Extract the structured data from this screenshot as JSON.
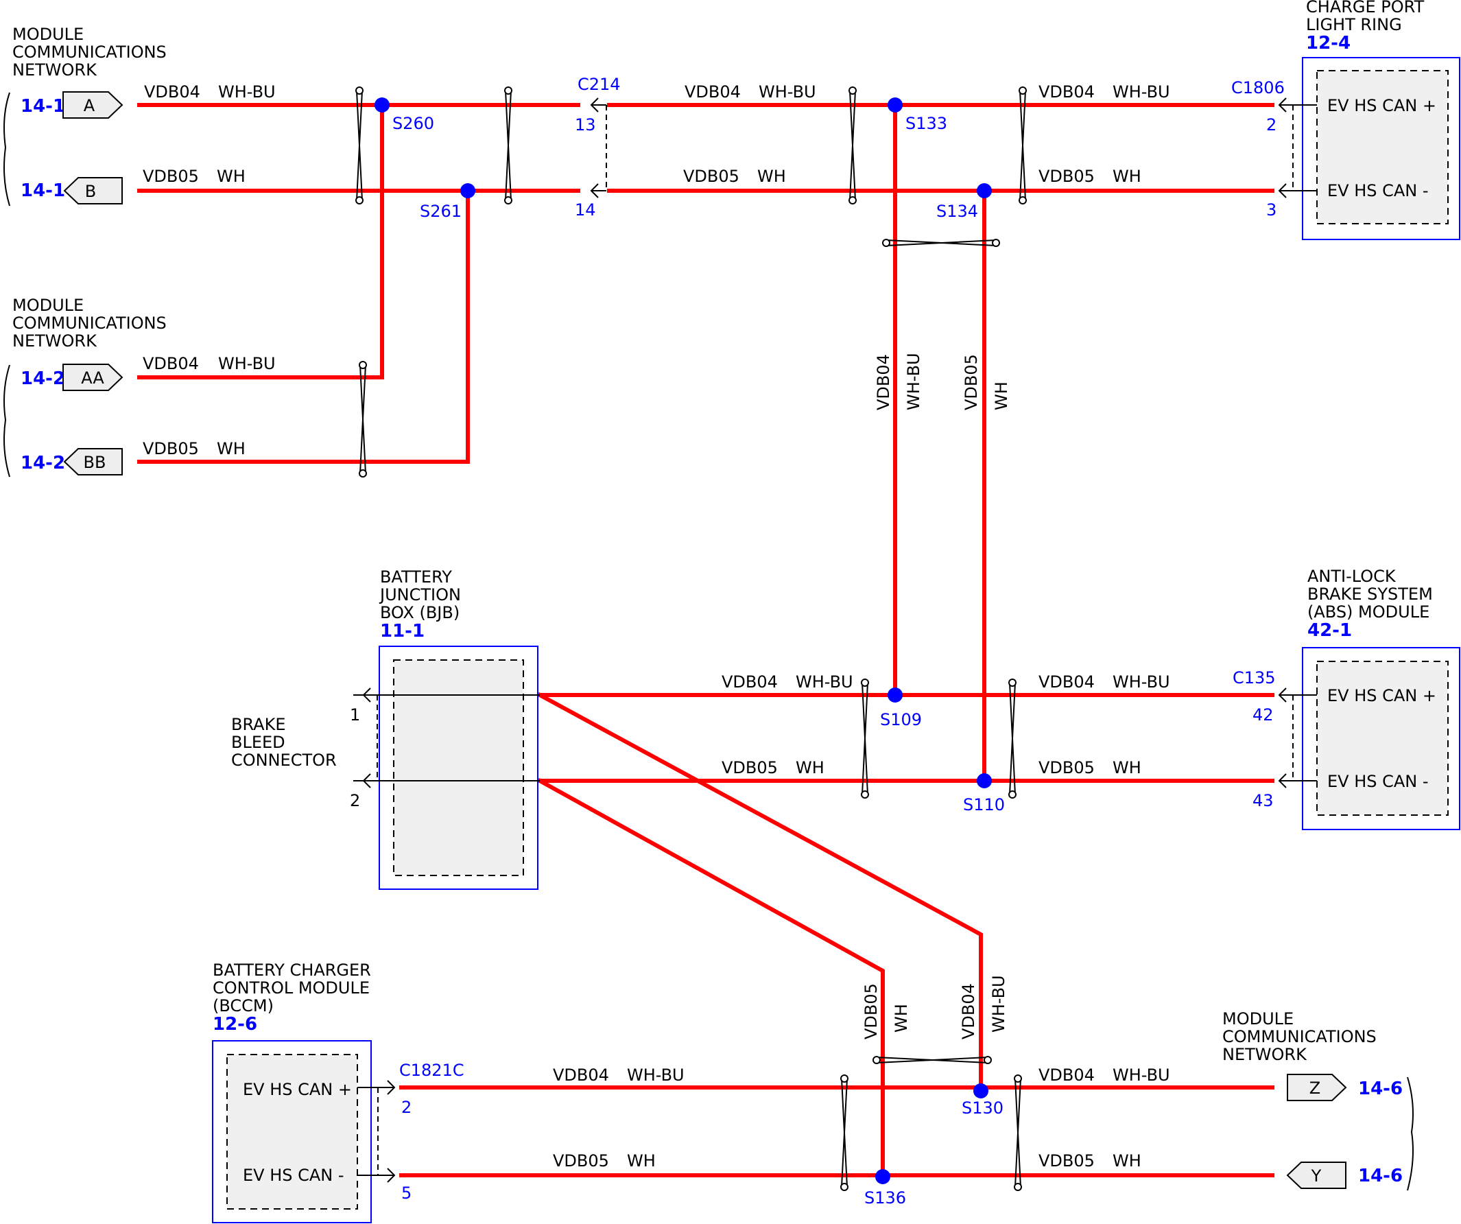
{
  "colors": {
    "wire": "#ff0000",
    "splice": "#0000ff",
    "reference": "#0000ff",
    "module_border": "#0000ff"
  },
  "wire_labels": {
    "vdb04": "VDB04",
    "vdb05": "VDB05",
    "wh_bu": "WH-BU",
    "wh": "WH"
  },
  "networks": {
    "top": {
      "title": [
        "MODULE",
        "COMMUNICATIONS",
        "NETWORK"
      ],
      "ref_a": "14-1",
      "ref_b": "14-1",
      "flag_a": "A",
      "flag_b": "B"
    },
    "middle": {
      "title": [
        "MODULE",
        "COMMUNICATIONS",
        "NETWORK"
      ],
      "ref_a": "14-2",
      "ref_b": "14-2",
      "flag_a": "AA",
      "flag_b": "BB"
    },
    "bottom": {
      "title": [
        "MODULE",
        "COMMUNICATIONS",
        "NETWORK"
      ],
      "ref_a": "14-6",
      "ref_b": "14-6",
      "flag_a": "Z",
      "flag_b": "Y"
    }
  },
  "modules": {
    "charge_port": {
      "title": [
        "CHARGE PORT",
        "LIGHT RING"
      ],
      "ref": "12-4",
      "pin_plus": "EV HS CAN +",
      "pin_minus": "EV HS CAN -",
      "connector": "C1806",
      "pin_a": "2",
      "pin_b": "3"
    },
    "abs": {
      "title": [
        "ANTI-LOCK",
        "BRAKE SYSTEM",
        "(ABS) MODULE"
      ],
      "ref": "42-1",
      "pin_plus": "EV HS CAN +",
      "pin_minus": "EV HS CAN -",
      "connector": "C135",
      "pin_a": "42",
      "pin_b": "43"
    },
    "bjb": {
      "title": [
        "BATTERY",
        "JUNCTION",
        "BOX (BJB)"
      ],
      "ref": "11-1"
    },
    "bccm": {
      "title": [
        "BATTERY CHARGER",
        "CONTROL MODULE",
        "(BCCM)"
      ],
      "ref": "12-6",
      "pin_plus": "EV HS CAN +",
      "pin_minus": "EV HS CAN -",
      "connector": "C1821C",
      "pin_a": "2",
      "pin_b": "5"
    }
  },
  "brake_bleed": {
    "title": [
      "BRAKE",
      "BLEED",
      "CONNECTOR"
    ],
    "pin_a": "1",
    "pin_b": "2"
  },
  "inline_connector": {
    "name": "C214",
    "pin_a": "13",
    "pin_b": "14"
  },
  "splices": {
    "s260": "S260",
    "s261": "S261",
    "s133": "S133",
    "s134": "S134",
    "s109": "S109",
    "s110": "S110",
    "s130": "S130",
    "s136": "S136"
  }
}
